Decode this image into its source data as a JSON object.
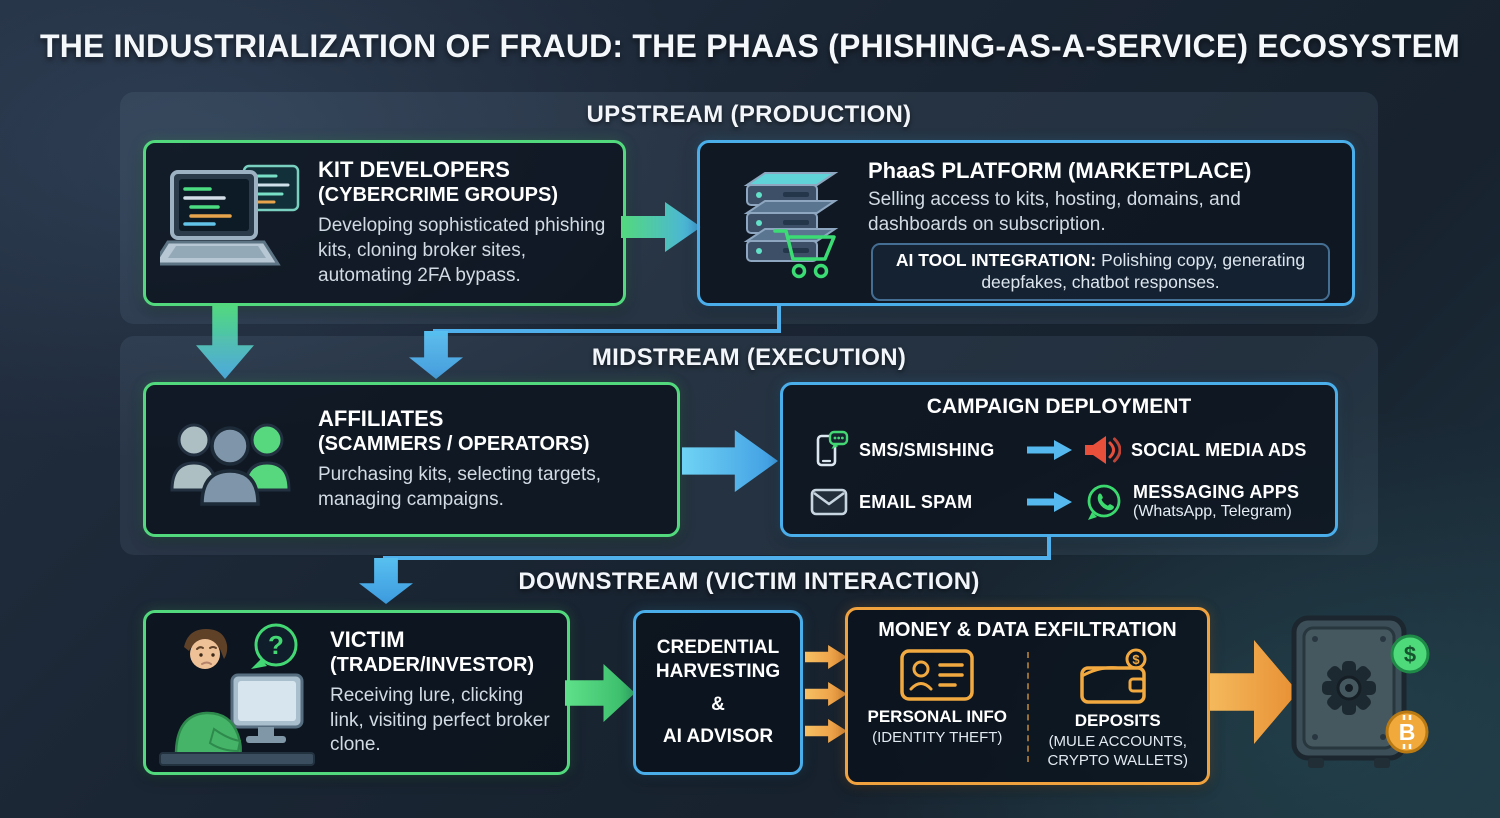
{
  "title": "THE INDUSTRIALIZATION OF FRAUD: THE PHAAS (PHISHING-AS-A-SERVICE) ECOSYSTEM",
  "upstream": {
    "header": "UPSTREAM (PRODUCTION)",
    "kit_developers": {
      "title": "KIT DEVELOPERS",
      "subtitle": "(CYBERCRIME GROUPS)",
      "description": "Developing sophisticated phishing kits, cloning broker sites, automating 2FA bypass."
    },
    "platform": {
      "title": "PhaaS PLATFORM (MARKETPLACE)",
      "description": "Selling access to kits, hosting, domains, and dashboards on subscription.",
      "ai_label": "AI TOOL INTEGRATION:",
      "ai_text": "Polishing copy, generating deepfakes, chatbot responses."
    }
  },
  "midstream": {
    "header": "MIDSTREAM (EXECUTION)",
    "affiliates": {
      "title": "AFFILIATES",
      "subtitle": "(SCAMMERS / OPERATORS)",
      "description": "Purchasing kits, selecting targets, managing campaigns."
    },
    "campaign": {
      "title": "CAMPAIGN DEPLOYMENT",
      "sms": "SMS/SMISHING",
      "social": "SOCIAL MEDIA ADS",
      "email": "EMAIL SPAM",
      "messaging": "MESSAGING APPS",
      "messaging_sub": "(WhatsApp, Telegram)"
    }
  },
  "downstream": {
    "header": "DOWNSTREAM (VICTIM INTERACTION)",
    "victim": {
      "title": "VICTIM",
      "subtitle": "(TRADER/INVESTOR)",
      "description": "Receiving lure, clicking link, visiting perfect broker clone."
    },
    "credential": {
      "text1": "CREDENTIAL HARVESTING",
      "amp": "&",
      "text2": "AI ADVISOR"
    },
    "exfiltration": {
      "title": "MONEY & DATA EXFILTRATION",
      "personal_title": "PERSONAL INFO",
      "personal_sub": "(IDENTITY THEFT)",
      "deposits_title": "DEPOSITS",
      "deposits_sub": "(MULE ACCOUNTS, CRYPTO WALLETS)"
    }
  },
  "icons": {
    "laptop-code-icon": "laptop with code editor windows",
    "server-cart-icon": "server stack with shopping cart",
    "affiliates-people-icon": "group of three people silhouettes",
    "sms-phone-icon": "smartphone with chat bubble",
    "megaphone-icon": "red loudspeaker with sound waves",
    "email-envelope-icon": "envelope",
    "whatsapp-icon": "WhatsApp chat logo",
    "victim-at-computer-icon": "worried person at computer with question bubble",
    "id-card-icon": "identity card outline",
    "wallet-icon": "wallet with dollar coin",
    "safe-vault-icon": "safe with gear handle, dollar and bitcoin coins"
  },
  "colors": {
    "green": "#53d97d",
    "blue": "#4aaeea",
    "orange": "#f0a23f",
    "background": "#1a2533",
    "panel": "rgba(150,174,202,0.10)",
    "node_background": "rgba(10,17,27,0.80)",
    "description_text": "#d2dbe4"
  }
}
